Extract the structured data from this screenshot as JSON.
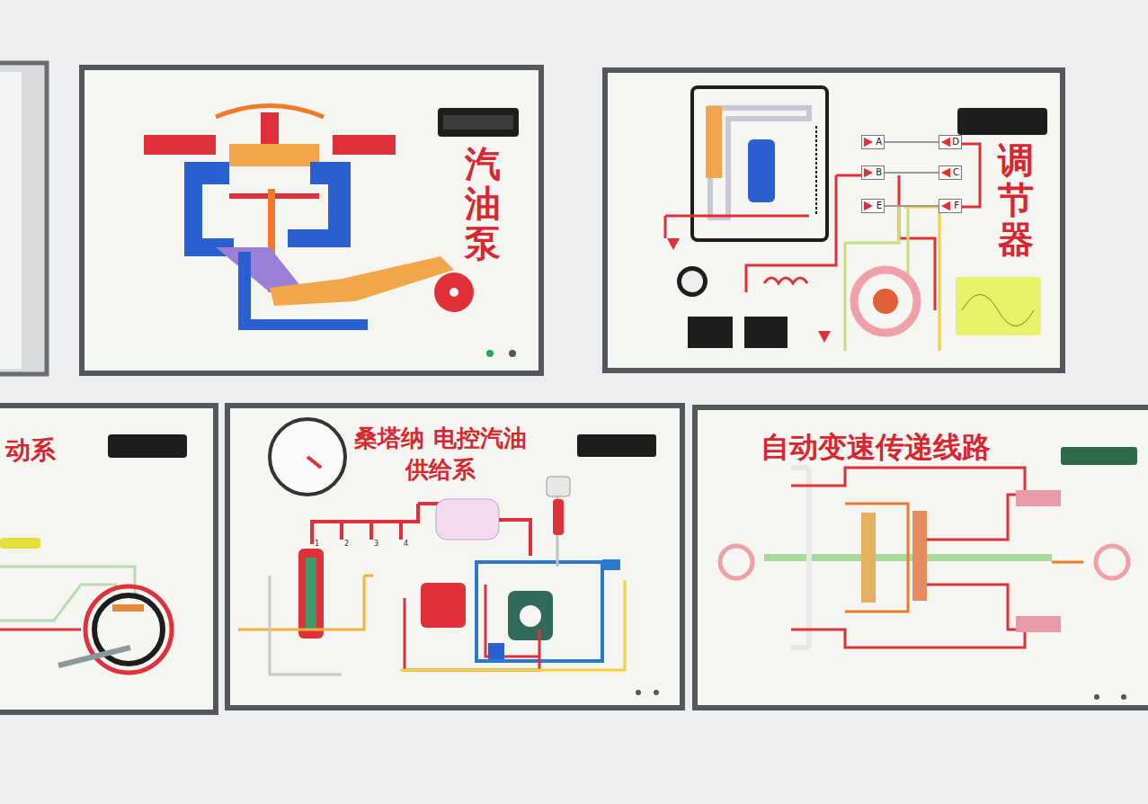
{
  "diagram": {
    "nodes": [
      {
        "text": [
          "汽油泵"
        ]
      },
      {
        "text": [
          "调节器"
        ]
      },
      {
        "text": [
          "A"
        ],
        "in": 1
      },
      {
        "text": [
          "D"
        ],
        "in": 1
      },
      {
        "text": [
          "B"
        ],
        "in": 1
      },
      {
        "text": [
          "C"
        ],
        "in": 1
      },
      {
        "text": [
          "E"
        ],
        "in": 1
      },
      {
        "text": [
          "F"
        ],
        "in": 1
      },
      {
        "text": [
          "动系"
        ]
      },
      {
        "text": [
          "桑塔纳 电控汽油供给系"
        ]
      },
      {
        "text": [
          "自动变速传递线路"
        ]
      }
    ],
    "edges": [
      {
        "from": 2,
        "to": 3,
        "arrow": "none"
      },
      {
        "from": 4,
        "to": 5,
        "arrow": "none"
      },
      {
        "from": 6,
        "to": 7,
        "arrow": "none"
      }
    ],
    "labels": [
      "1",
      "2",
      "3",
      "4"
    ]
  }
}
